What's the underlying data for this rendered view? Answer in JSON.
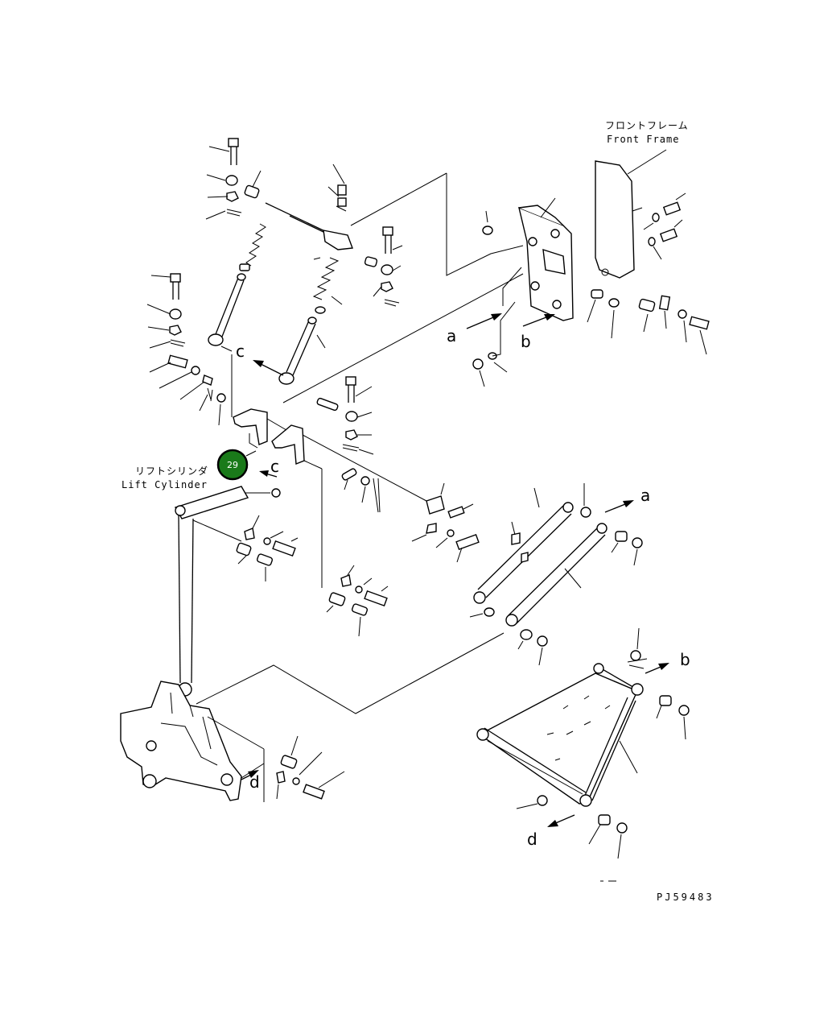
{
  "labels": {
    "front_frame_jp": "フロントフレーム",
    "front_frame_en": "Front Frame",
    "lift_cylinder_jp": "リフトシリンダ",
    "lift_cylinder_en": "Lift Cylinder",
    "drawing_number": "PJ59483"
  },
  "connection_marks": {
    "a": "a",
    "b": "b",
    "c": "c",
    "d": "d"
  },
  "callout": {
    "number": "29",
    "color": "#1a7a1a"
  }
}
